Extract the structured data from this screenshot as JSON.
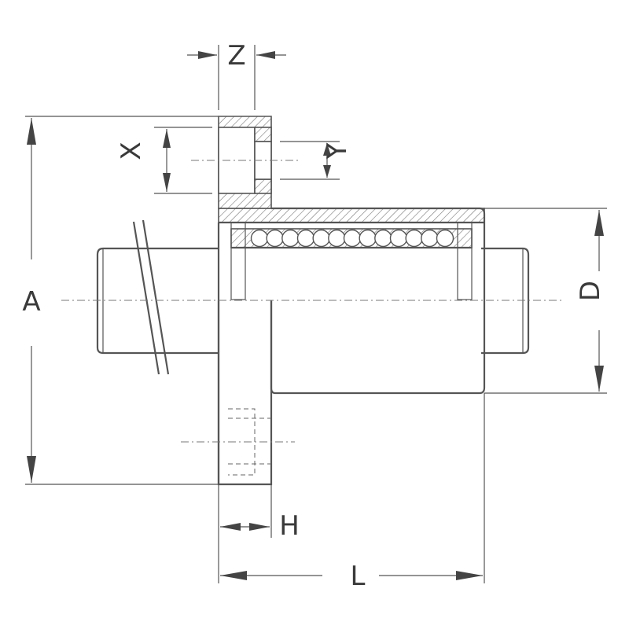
{
  "diagram": {
    "labels": {
      "A": "A",
      "D": "D",
      "L": "L",
      "H": "H",
      "Z": "Z",
      "X": "X",
      "Y": "Y"
    },
    "colors": {
      "line": "#555555",
      "text": "#3a3a3a",
      "background": "#ffffff"
    },
    "ball_count": 13
  }
}
